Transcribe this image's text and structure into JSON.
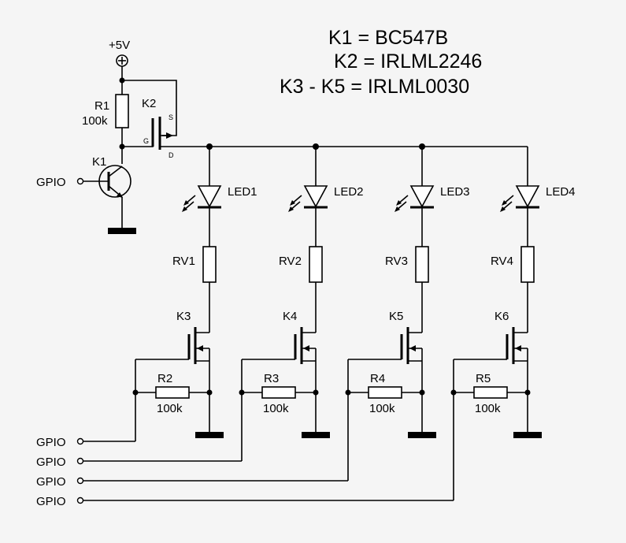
{
  "notes": [
    "K1 = BC547B",
    "K2 = IRLML2246",
    "K3 - K5 = IRLML0030"
  ],
  "supply": "+5V",
  "r1": {
    "name": "R1",
    "value": "100k"
  },
  "k1": {
    "name": "K1",
    "input": "GPIO"
  },
  "k2": {
    "name": "K2",
    "pin_s": "S",
    "pin_g": "G",
    "pin_d": "D"
  },
  "channels": [
    {
      "led": "LED1",
      "rv": "RV1",
      "fet": "K3",
      "r": "R2",
      "r_value": "100k",
      "gpio": "GPIO"
    },
    {
      "led": "LED2",
      "rv": "RV2",
      "fet": "K4",
      "r": "R3",
      "r_value": "100k",
      "gpio": "GPIO"
    },
    {
      "led": "LED3",
      "rv": "RV3",
      "fet": "K5",
      "r": "R4",
      "r_value": "100k",
      "gpio": "GPIO"
    },
    {
      "led": "LED4",
      "rv": "RV4",
      "fet": "K6",
      "r": "R5",
      "r_value": "100k",
      "gpio": "GPIO"
    }
  ]
}
